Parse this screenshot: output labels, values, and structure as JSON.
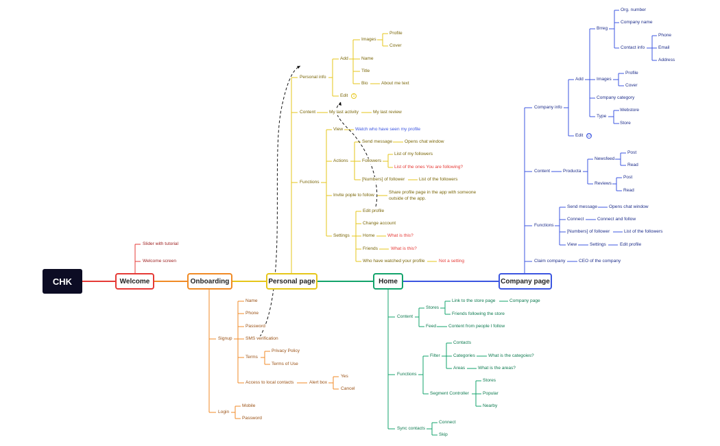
{
  "colors": {
    "root_bg": "#0c0c24",
    "welcome": "#e53935",
    "onboarding": "#f08a24",
    "personal": "#e6c619",
    "home": "#12a36b",
    "company": "#3b55e0",
    "highlight_red": "#e53935",
    "highlight_blue": "#3b55e0"
  },
  "root": {
    "label": "CHK"
  },
  "branches": {
    "welcome": {
      "label": "Welcome",
      "children": [
        "Slider with tutorial",
        "Welcome screen"
      ]
    },
    "onboarding": {
      "label": "Onboarding",
      "signup": {
        "label": "Signup",
        "name": "Name",
        "phone": "Phone",
        "password": "Password",
        "sms": "SMS verification",
        "terms": {
          "label": "Terms",
          "privacy": "Privacy Policy",
          "tou": "Terms of Use"
        },
        "access": "Access to local contacts",
        "alert": {
          "label": "Alert box",
          "yes": "Yes",
          "cancel": "Cancel"
        }
      },
      "login": {
        "label": "Login",
        "mobile": "Mobile",
        "password": "Password"
      }
    },
    "personal": {
      "label": "Personal page",
      "info": {
        "label": "Personal info",
        "add": {
          "label": "Add",
          "images": {
            "label": "Images",
            "profile": "Profile",
            "cover": "Cover"
          },
          "name": "Name",
          "title": "Title",
          "bio": {
            "label": "Bio",
            "about": "About me text"
          }
        },
        "edit": {
          "label": "Edit",
          "count": "1"
        }
      },
      "content": {
        "label": "Content",
        "activity": "My last activity",
        "review": "My last review"
      },
      "functions": {
        "label": "Functions",
        "view": {
          "label": "View",
          "watch": "Watch who have seen my profile"
        },
        "actions": {
          "label": "Actions",
          "send": {
            "label": "Send message",
            "chat": "Opens chat window"
          },
          "followers": {
            "label": "Followers",
            "mine": "List of my followers",
            "following": "List of the ones You are following?"
          },
          "numbers": {
            "label": "[Numbers] of follower",
            "list": "List of the followers"
          }
        },
        "invite": {
          "label": "Invite pople to follow",
          "share_line1": "Share profile page in the app with someone",
          "share_line2": "outside of the app."
        },
        "settings": {
          "label": "Settings",
          "edit": "Edit profile",
          "change": "Change account",
          "home": {
            "label": "Home",
            "note": "What is this?"
          },
          "friends": {
            "label": "Friends",
            "note": "What is this?"
          },
          "watched": {
            "label": "Who have watched your profile",
            "note": "Not a setting"
          }
        }
      }
    },
    "home": {
      "label": "Home",
      "content": {
        "label": "Content",
        "stores": {
          "label": "Stores",
          "link": "Link to the store page",
          "company": "Company page",
          "friends": "Friends following the store"
        },
        "feed": {
          "label": "Feed",
          "from": "Content from people I follow"
        }
      },
      "functions": {
        "label": "Functions",
        "filter": {
          "label": "Filter",
          "contacts": "Contacts",
          "categories": {
            "label": "Categories",
            "q": "What is the categoies?"
          },
          "areas": {
            "label": "Areas",
            "q": "What is the areas?"
          }
        },
        "segment": {
          "label": "Segment Controller",
          "stores": "Stores",
          "popular": "Popular",
          "nearby": "Nearby"
        }
      },
      "sync": {
        "label": "Sync contacts",
        "connect": "Connect",
        "skip": "Skip"
      }
    },
    "company": {
      "label": "Company page",
      "info": {
        "label": "Company info",
        "add": {
          "label": "Add",
          "brreg": {
            "label": "Brreg",
            "org": "Org. number",
            "name": "Company name",
            "contact": {
              "label": "Contact info",
              "phone": "Phone",
              "email": "Email",
              "address": "Address"
            }
          },
          "images": {
            "label": "Images",
            "profile": "Profile",
            "cover": "Cover"
          },
          "category": "Company category",
          "type": {
            "label": "Type",
            "webstore": "Webstore",
            "store": "Store"
          }
        },
        "edit": {
          "label": "Edit",
          "count": "13"
        }
      },
      "content": {
        "label": "Content",
        "products": "Producta",
        "newsfeed": {
          "label": "Newsfeed",
          "post": "Post",
          "read": "Read"
        },
        "reviews": {
          "label": "Reviews",
          "post": "Post",
          "read": "Read"
        }
      },
      "functions": {
        "label": "Functions",
        "send": {
          "label": "Send message",
          "chat": "Opens chat window"
        },
        "connect": {
          "label": "Connect",
          "follow": "Connect and follow"
        },
        "numbers": {
          "label": "[Numbers] of follower",
          "list": "List of the followers"
        },
        "view": {
          "label": "View",
          "settings": "Settings",
          "edit": "Edit profile"
        }
      },
      "claim": {
        "label": "Claim company",
        "ceo": "CEO of the company"
      }
    }
  }
}
